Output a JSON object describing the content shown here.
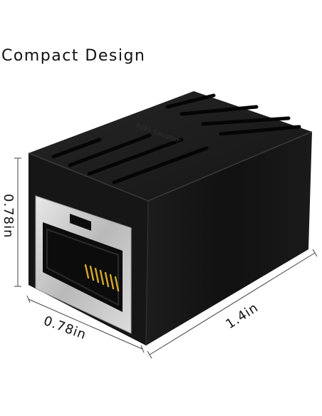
{
  "heading": "Compact Design",
  "product": {
    "embossed_text": "RJ45 Coupler",
    "body_color": "#141414",
    "shield_color": "#c9c9c9",
    "pin_color": "#d4a82a"
  },
  "dimensions": {
    "height": "0.78in",
    "width": "0.78in",
    "length": "1.4in"
  }
}
